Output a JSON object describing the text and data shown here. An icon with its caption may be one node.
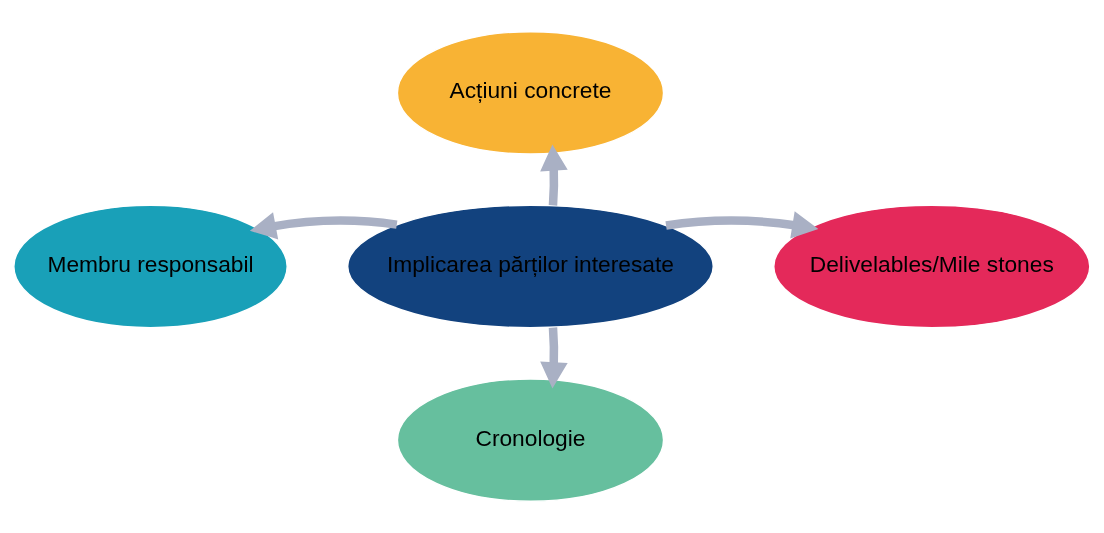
{
  "diagram": {
    "nodes": [
      {
        "text": [
          "Acțiuni concrete"
        ]
      },
      {
        "text": [
          "Membru responsabil"
        ]
      },
      {
        "text": [
          "Implicarea părților interesate"
        ]
      },
      {
        "text": [
          "Delivelables/Mile stones"
        ]
      },
      {
        "text": [
          "Cronologie"
        ]
      }
    ],
    "edges": [
      {
        "from": 2,
        "to": 0,
        "arrow": "to"
      },
      {
        "from": 2,
        "to": 1,
        "arrow": "to"
      },
      {
        "from": 2,
        "to": 3,
        "arrow": "to"
      },
      {
        "from": 2,
        "to": 4,
        "arrow": "to"
      }
    ]
  }
}
